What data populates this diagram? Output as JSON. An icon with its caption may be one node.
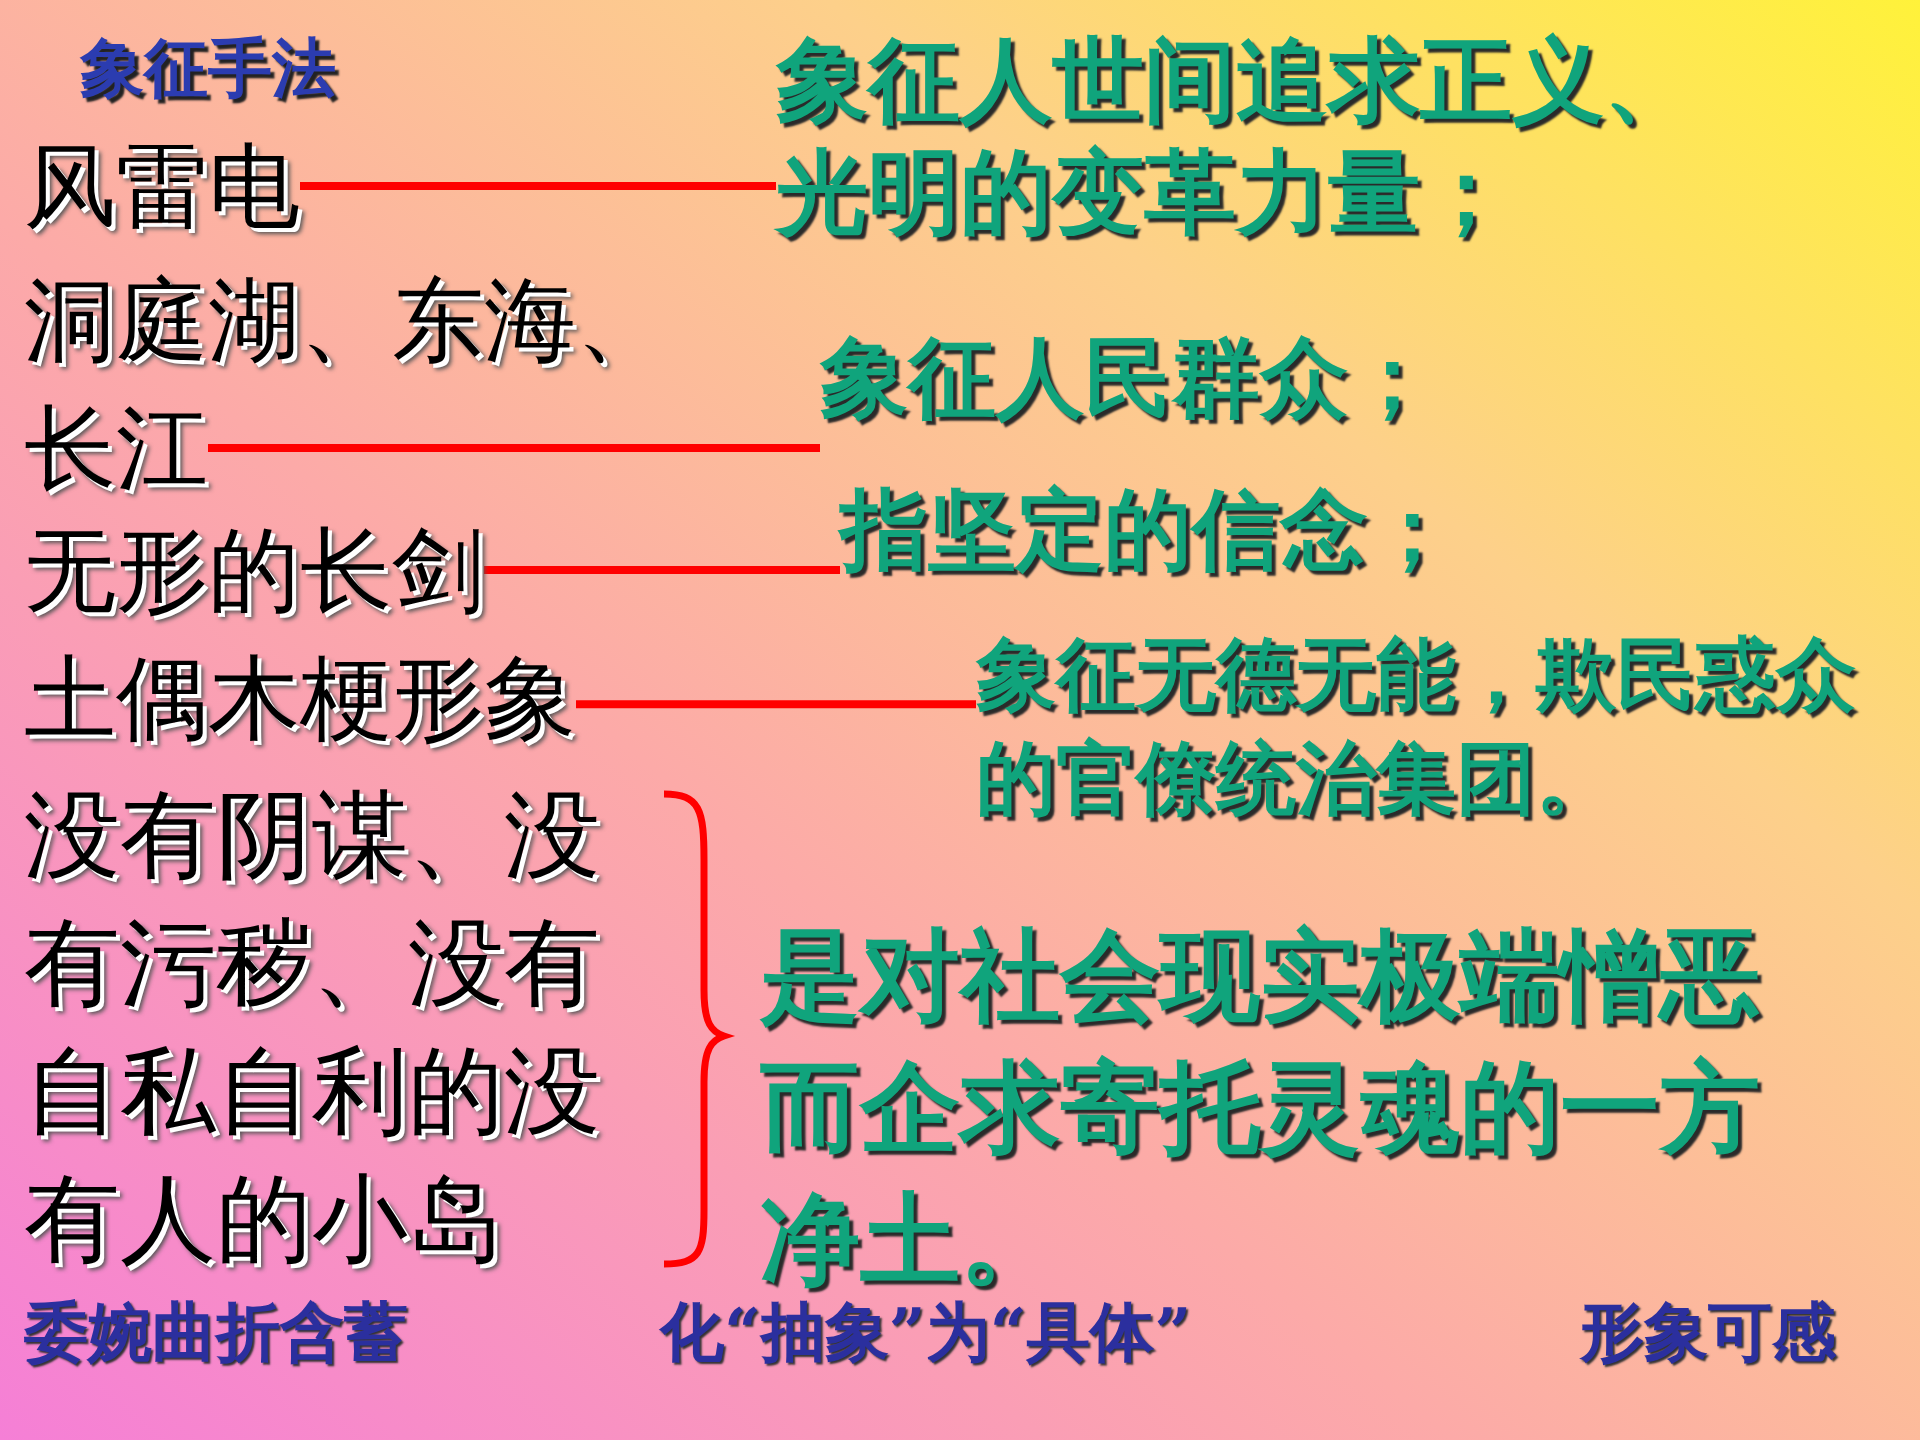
{
  "diagram": {
    "title": "象征手法",
    "nodes": [
      {
        "text": [
          "风雷电"
        ]
      },
      {
        "text": [
          "象征人世间追求正义、光明的变革力量；"
        ]
      },
      {
        "text": [
          "洞庭湖、东海、长江"
        ]
      },
      {
        "text": [
          "象征人民群众；"
        ]
      },
      {
        "text": [
          "无形的长剑"
        ]
      },
      {
        "text": [
          "指坚定的信念；"
        ]
      },
      {
        "text": [
          "土偶木梗形象"
        ]
      },
      {
        "text": [
          "象征无德无能，欺民惑众的官僚统治集团。"
        ]
      }
    ],
    "edges": [
      {
        "from": 0,
        "to": 1,
        "arrow": "none"
      },
      {
        "from": 2,
        "to": 3,
        "arrow": "none"
      },
      {
        "from": 4,
        "to": 5,
        "arrow": "none"
      },
      {
        "from": 6,
        "to": 7,
        "arrow": "none"
      }
    ],
    "labels": [
      "没有阴谋、没有污秽、没有自私自利的没有人的小岛",
      "是对社会现实极端憎恶而企求寄托灵魂的一方净土。",
      "委婉曲折含蓄",
      "化“抽象”为“具体”",
      "形象可感"
    ]
  }
}
